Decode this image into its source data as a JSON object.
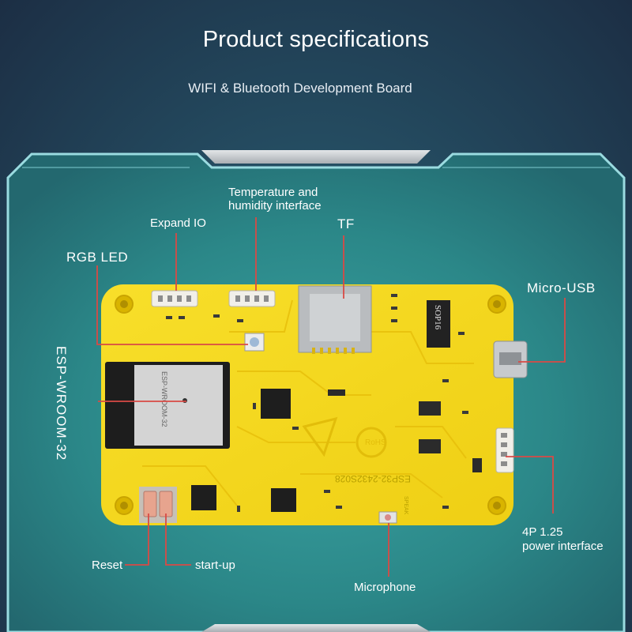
{
  "header": {
    "title": "Product specifications",
    "subtitle": "WIFI & Bluetooth Development Board"
  },
  "callouts": {
    "temperature_humidity": "Temperature and\nhumidity interface",
    "expand_io": "Expand IO",
    "tf": "TF",
    "rgb_led": "RGB LED",
    "micro_usb": "Micro-USB",
    "esp_module": "ESP-WROOM-32",
    "power_interface_line1": "4P 1.25",
    "power_interface_line2": "power interface",
    "reset": "Reset",
    "startup": "start-up",
    "microphone": "Microphone"
  },
  "board_silkscreen": {
    "chip": "SOP16",
    "model": "ESP32-2432S028",
    "module_text": "ESP-WROOM-32",
    "speak": "SPEAK",
    "logo_text": "RoHS"
  },
  "colors": {
    "board": "#f5d820",
    "frame_fill": "#2d8b8e",
    "frame_stroke": "#8fd3d8",
    "tab_fill": "#c9cdd1"
  }
}
